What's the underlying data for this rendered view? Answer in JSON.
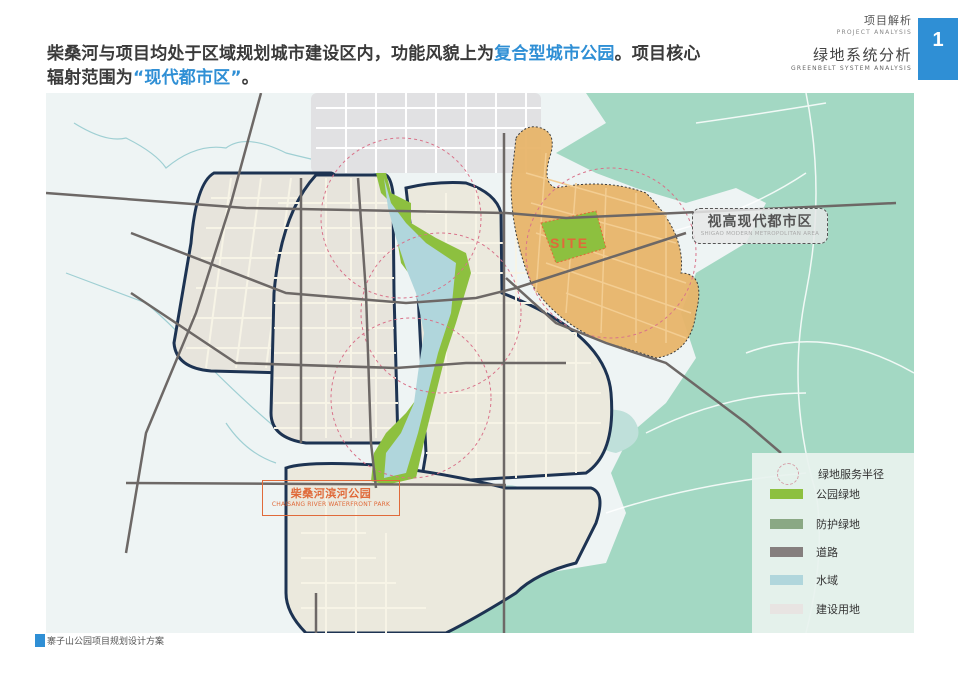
{
  "headline": {
    "part1": "柴桑河与项目均处于区域规划城市建设区内，功能风貌上为",
    "highlight1": "复合型城市公园",
    "part2": "。项目核心辐射范围为",
    "highlight2": "“现代都市区”",
    "part3": "。"
  },
  "header": {
    "category": "项目解析",
    "category_en": "Project analysis",
    "section": "绿地系统分析",
    "section_en": "Greenbelt system analysis",
    "page_number": "1"
  },
  "map": {
    "site_label": "SITE",
    "callout_metro": {
      "cn": "视高现代都市区",
      "en": "Shigao Modern Metropolitan Area"
    },
    "callout_park": {
      "cn": "柴桑河滨河公园",
      "en": "Chaisang River Waterfront Park"
    }
  },
  "legend": {
    "items": [
      {
        "label": "绿地服务半径",
        "type": "circle",
        "color": "#d59fa8"
      },
      {
        "label": "公园绿地",
        "type": "swatch",
        "color": "#8dc03f"
      },
      {
        "label": "防护绿地",
        "type": "swatch",
        "color": "#8aa884"
      },
      {
        "label": "道路",
        "type": "swatch",
        "color": "#857f7e"
      },
      {
        "label": "水域",
        "type": "swatch",
        "color": "#b0d6dc"
      },
      {
        "label": "建设用地",
        "type": "swatch",
        "color": "#e8e4e2"
      }
    ]
  },
  "colors": {
    "accent_blue": "#2f8fd5",
    "site_orange": "#e8b56a",
    "callout_red": "#e06a3a",
    "forest_green": "#a3d8c3",
    "boundary_navy": "#1d3352"
  },
  "footer": {
    "text": "寨子山公园项目规划设计方案"
  }
}
